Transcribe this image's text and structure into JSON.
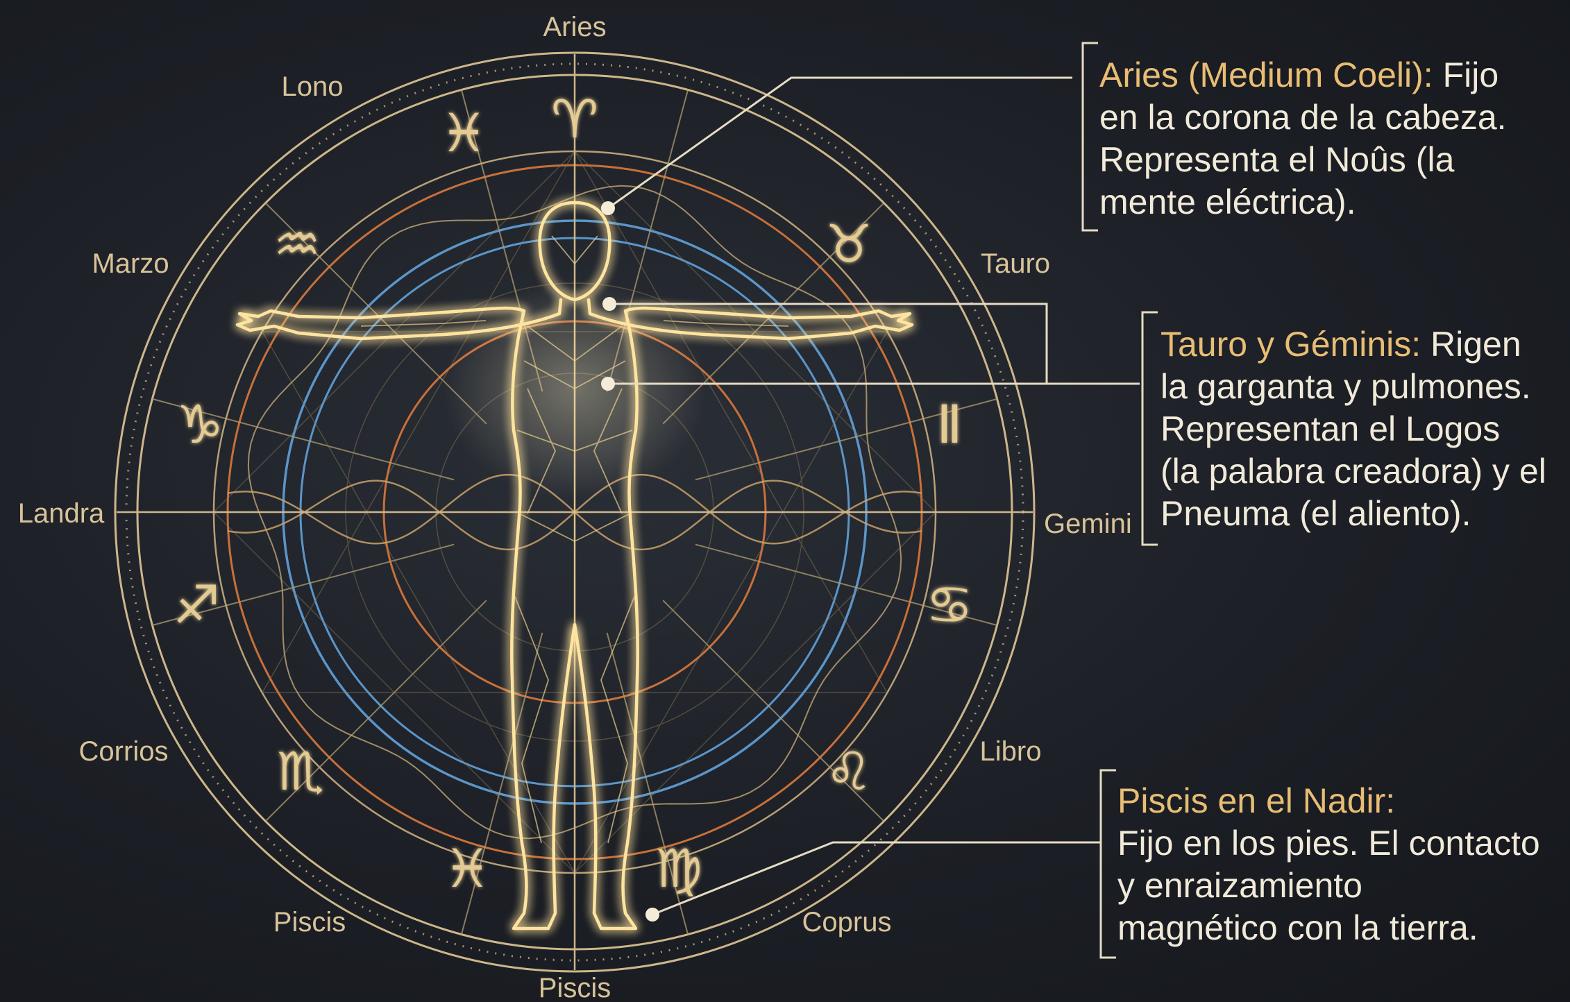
{
  "wheel": {
    "outer_labels": {
      "top": "Aries",
      "top_left": "Lono",
      "upper_left": "Marzo",
      "left": "Landra",
      "lower_left": "Corrios",
      "bottom_left": "Piscis",
      "bottom": "Piscis",
      "bottom_right": "Coprus",
      "lower_right": "Libro",
      "right": "Gemini",
      "upper_right": "Tauro"
    },
    "sign_glyphs": {
      "aries": "♈",
      "taurus": "♉",
      "gemini": "Ⅱ",
      "cancer": "♋",
      "leo": "♌",
      "virgo": "♍",
      "pisces_bottom": "♓",
      "scorpio": "♏",
      "sagittarius": "♐",
      "capricorn": "♑",
      "aquarius": "♒",
      "pisces_top": "♓"
    }
  },
  "callouts": {
    "aries": {
      "title": "Aries (Medium Coeli):",
      "lines": [
        "Fijo",
        "en la corona de la cabeza.",
        "Representa el Noûs (la",
        "mente eléctrica)."
      ]
    },
    "tauro": {
      "title": "Tauro y Géminis:",
      "lines": [
        "Rigen",
        "la garganta y pulmones.",
        "Representan el Logos",
        "(la palabra creadora) y el",
        "Pneuma (el aliento)."
      ]
    },
    "piscis": {
      "title": "Piscis en el Nadir:",
      "lines": [
        "Fijo en los pies. El contacto",
        "y enraizamiento",
        "magnético con la tierra."
      ]
    }
  },
  "colors": {
    "background": "#1c1f25",
    "gold": "#d8c39a",
    "highlight": "#e8bd74",
    "orange_ring": "#c8703a",
    "blue_ring": "#5b95c9",
    "figure_glow": "#ffe9a8",
    "text": "#f1ead9"
  }
}
